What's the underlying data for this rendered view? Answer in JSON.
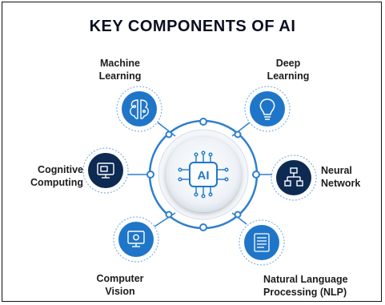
{
  "title": "KEY COMPONENTS OF AI",
  "center": {
    "label": "AI"
  },
  "components": [
    {
      "line1": "Machine",
      "line2": "Learning",
      "icon": "brain-circuit-icon"
    },
    {
      "line1": "Deep",
      "line2": "Learning",
      "icon": "lightbulb-icon"
    },
    {
      "line1": "Cognitive",
      "line2": "Computing",
      "icon": "computer-screen-icon"
    },
    {
      "line1": "Neural",
      "line2": "Network",
      "icon": "network-hierarchy-icon"
    },
    {
      "line1": "Computer",
      "line2": "Vision",
      "icon": "monitor-gear-icon"
    },
    {
      "line1": "Natural Language",
      "line2": "Processing (NLP)",
      "icon": "document-lines-icon"
    }
  ],
  "colors": {
    "primary_blue": "#1f76c9",
    "dark_navy": "#0d2a52",
    "ring_blue": "#2f7fcf",
    "text": "#1c1c1c"
  }
}
